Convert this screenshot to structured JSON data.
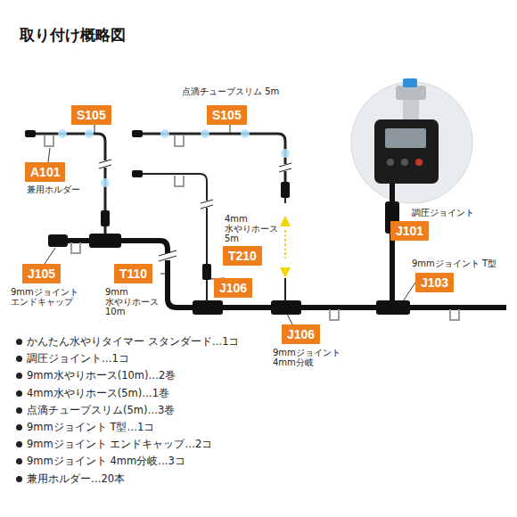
{
  "diagram": {
    "title": "取り付け概略図",
    "nodes": [
      {
        "text": [
          "S105"
        ]
      },
      {
        "text": [
          "S105"
        ]
      },
      {
        "text": [
          "A101"
        ]
      },
      {
        "text": [
          "J101"
        ]
      },
      {
        "text": [
          "T210"
        ]
      },
      {
        "text": [
          "J105"
        ]
      },
      {
        "text": [
          "T110"
        ]
      },
      {
        "text": [
          "J106"
        ]
      },
      {
        "text": [
          "J103"
        ]
      },
      {
        "text": [
          "J106"
        ]
      }
    ],
    "labels": [
      "点滴チューブスリム 5m",
      "兼用ホルダー",
      "調圧ジョイント",
      "4mm 水やりホース 5m",
      "9mmジョイント T型",
      "9mmジョイント エンドキャップ",
      "9mm 水やりホース 10m",
      "9mmジョイント 4mm分岐",
      "かんたん水やりタイマー スタンダード…1コ",
      "調圧ジョイント…1コ",
      "9mm水やりホース(10m)…2巻",
      "4mm水やりホース(5m)…1巻",
      "点滴チューブスリム(5m)…3巻",
      "9mmジョイント T型…1コ",
      "9mmジョイント エンドキャップ…2コ",
      "9mmジョイント 4mm分岐…3コ",
      "兼用ホルダー…20本"
    ]
  }
}
